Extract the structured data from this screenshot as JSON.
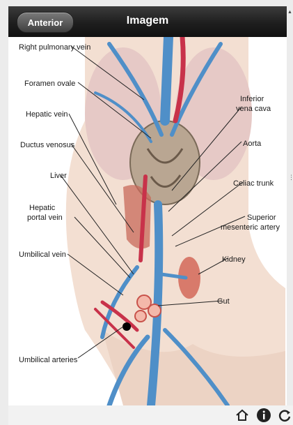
{
  "header": {
    "back_label": "Anterior",
    "title": "Imagem"
  },
  "illustration": {
    "labels": {
      "right_pulmonary_vein": "Right pulmonary vein",
      "foramen_ovale": "Foramen ovale",
      "hepatic_vein": "Hepatic vein",
      "ductus_venosus": "Ductus venosus",
      "liver": "Liver",
      "hepatic_portal_vein_1": "Hepatic",
      "hepatic_portal_vein_2": "portal vein",
      "umbilical_vein": "Umbilical vein",
      "umbilical_arteries": "Umbilical arteries",
      "inferior_vena_cava_1": "Inferior",
      "inferior_vena_cava_2": "vena cava",
      "aorta": "Aorta",
      "celiac_trunk": "Celiac trunk",
      "superior_mesenteric_artery_1": "Superior",
      "superior_mesenteric_artery_2": "mesenteric artery",
      "kidney": "Kidney",
      "gut": "Gut"
    }
  },
  "footer": {
    "icons": [
      "home-icon",
      "info-icon",
      "refresh-icon"
    ]
  },
  "colors": {
    "vein_blue": "#4f8fc8",
    "artery_red": "#c8324a",
    "skin": "#f2dccd"
  }
}
